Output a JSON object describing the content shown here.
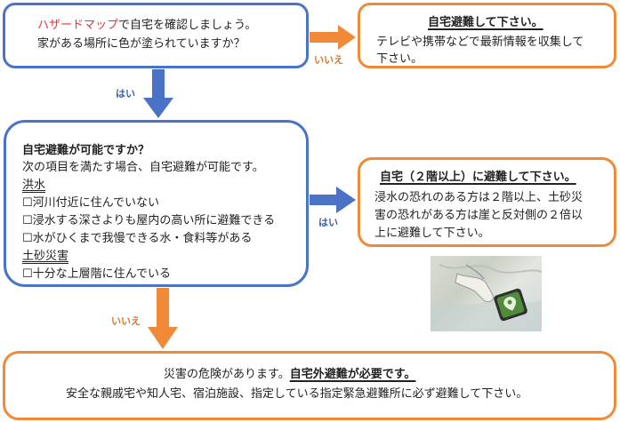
{
  "box1": {
    "line1_red": "ハザードマップ",
    "line1_rest": "で自宅を確認しましょう。",
    "line2": "家がある場所に色が塗られていますか？"
  },
  "box_stay": {
    "title": "自宅避難して下さい。",
    "body_line1": "テレビや携帯などで最新情報を収集して",
    "body_line2": "下さい。"
  },
  "label_yes_1": "はい",
  "label_no_1": "いいえ",
  "box2": {
    "title": "自宅避難が可能ですか？",
    "intro": "次の項目を満たす場合、自宅避難が可能です。",
    "flood_header": "洪水",
    "flood_items": [
      "河川付近に住んでいない",
      "浸水する深さよりも屋内の高い所に避難できる",
      "水がひくまで我慢できる水・食料等がある"
    ],
    "landslide_header": "土砂災害",
    "landslide_items": [
      "十分な上層階に住んでいる"
    ]
  },
  "label_yes_2": "はい",
  "label_no_2": "いいえ",
  "box_upper": {
    "title": "自宅（２階以上）に避難して下さい。",
    "body_line1": "浸水の恐れのある方は２階以上、土砂災",
    "body_line2": "害の恐れがある方は崖と反対側の２倍以",
    "body_line3": "上に避難して下さい。"
  },
  "box_evacuate": {
    "line1_pre": "災害の危険があります。",
    "line1_bold": "自宅外避難が必要です。",
    "line2": "安全な親戚宅や知人宅、宿泊施設、指定している指定緊急避難所に必ず避難して下さい。"
  },
  "colors": {
    "blue": "#4a73c7",
    "orange": "#f08a38",
    "red": "#e3342f"
  },
  "icons": {
    "checkbox": "ballot-box",
    "photo": "hand-holding-map-pin"
  }
}
